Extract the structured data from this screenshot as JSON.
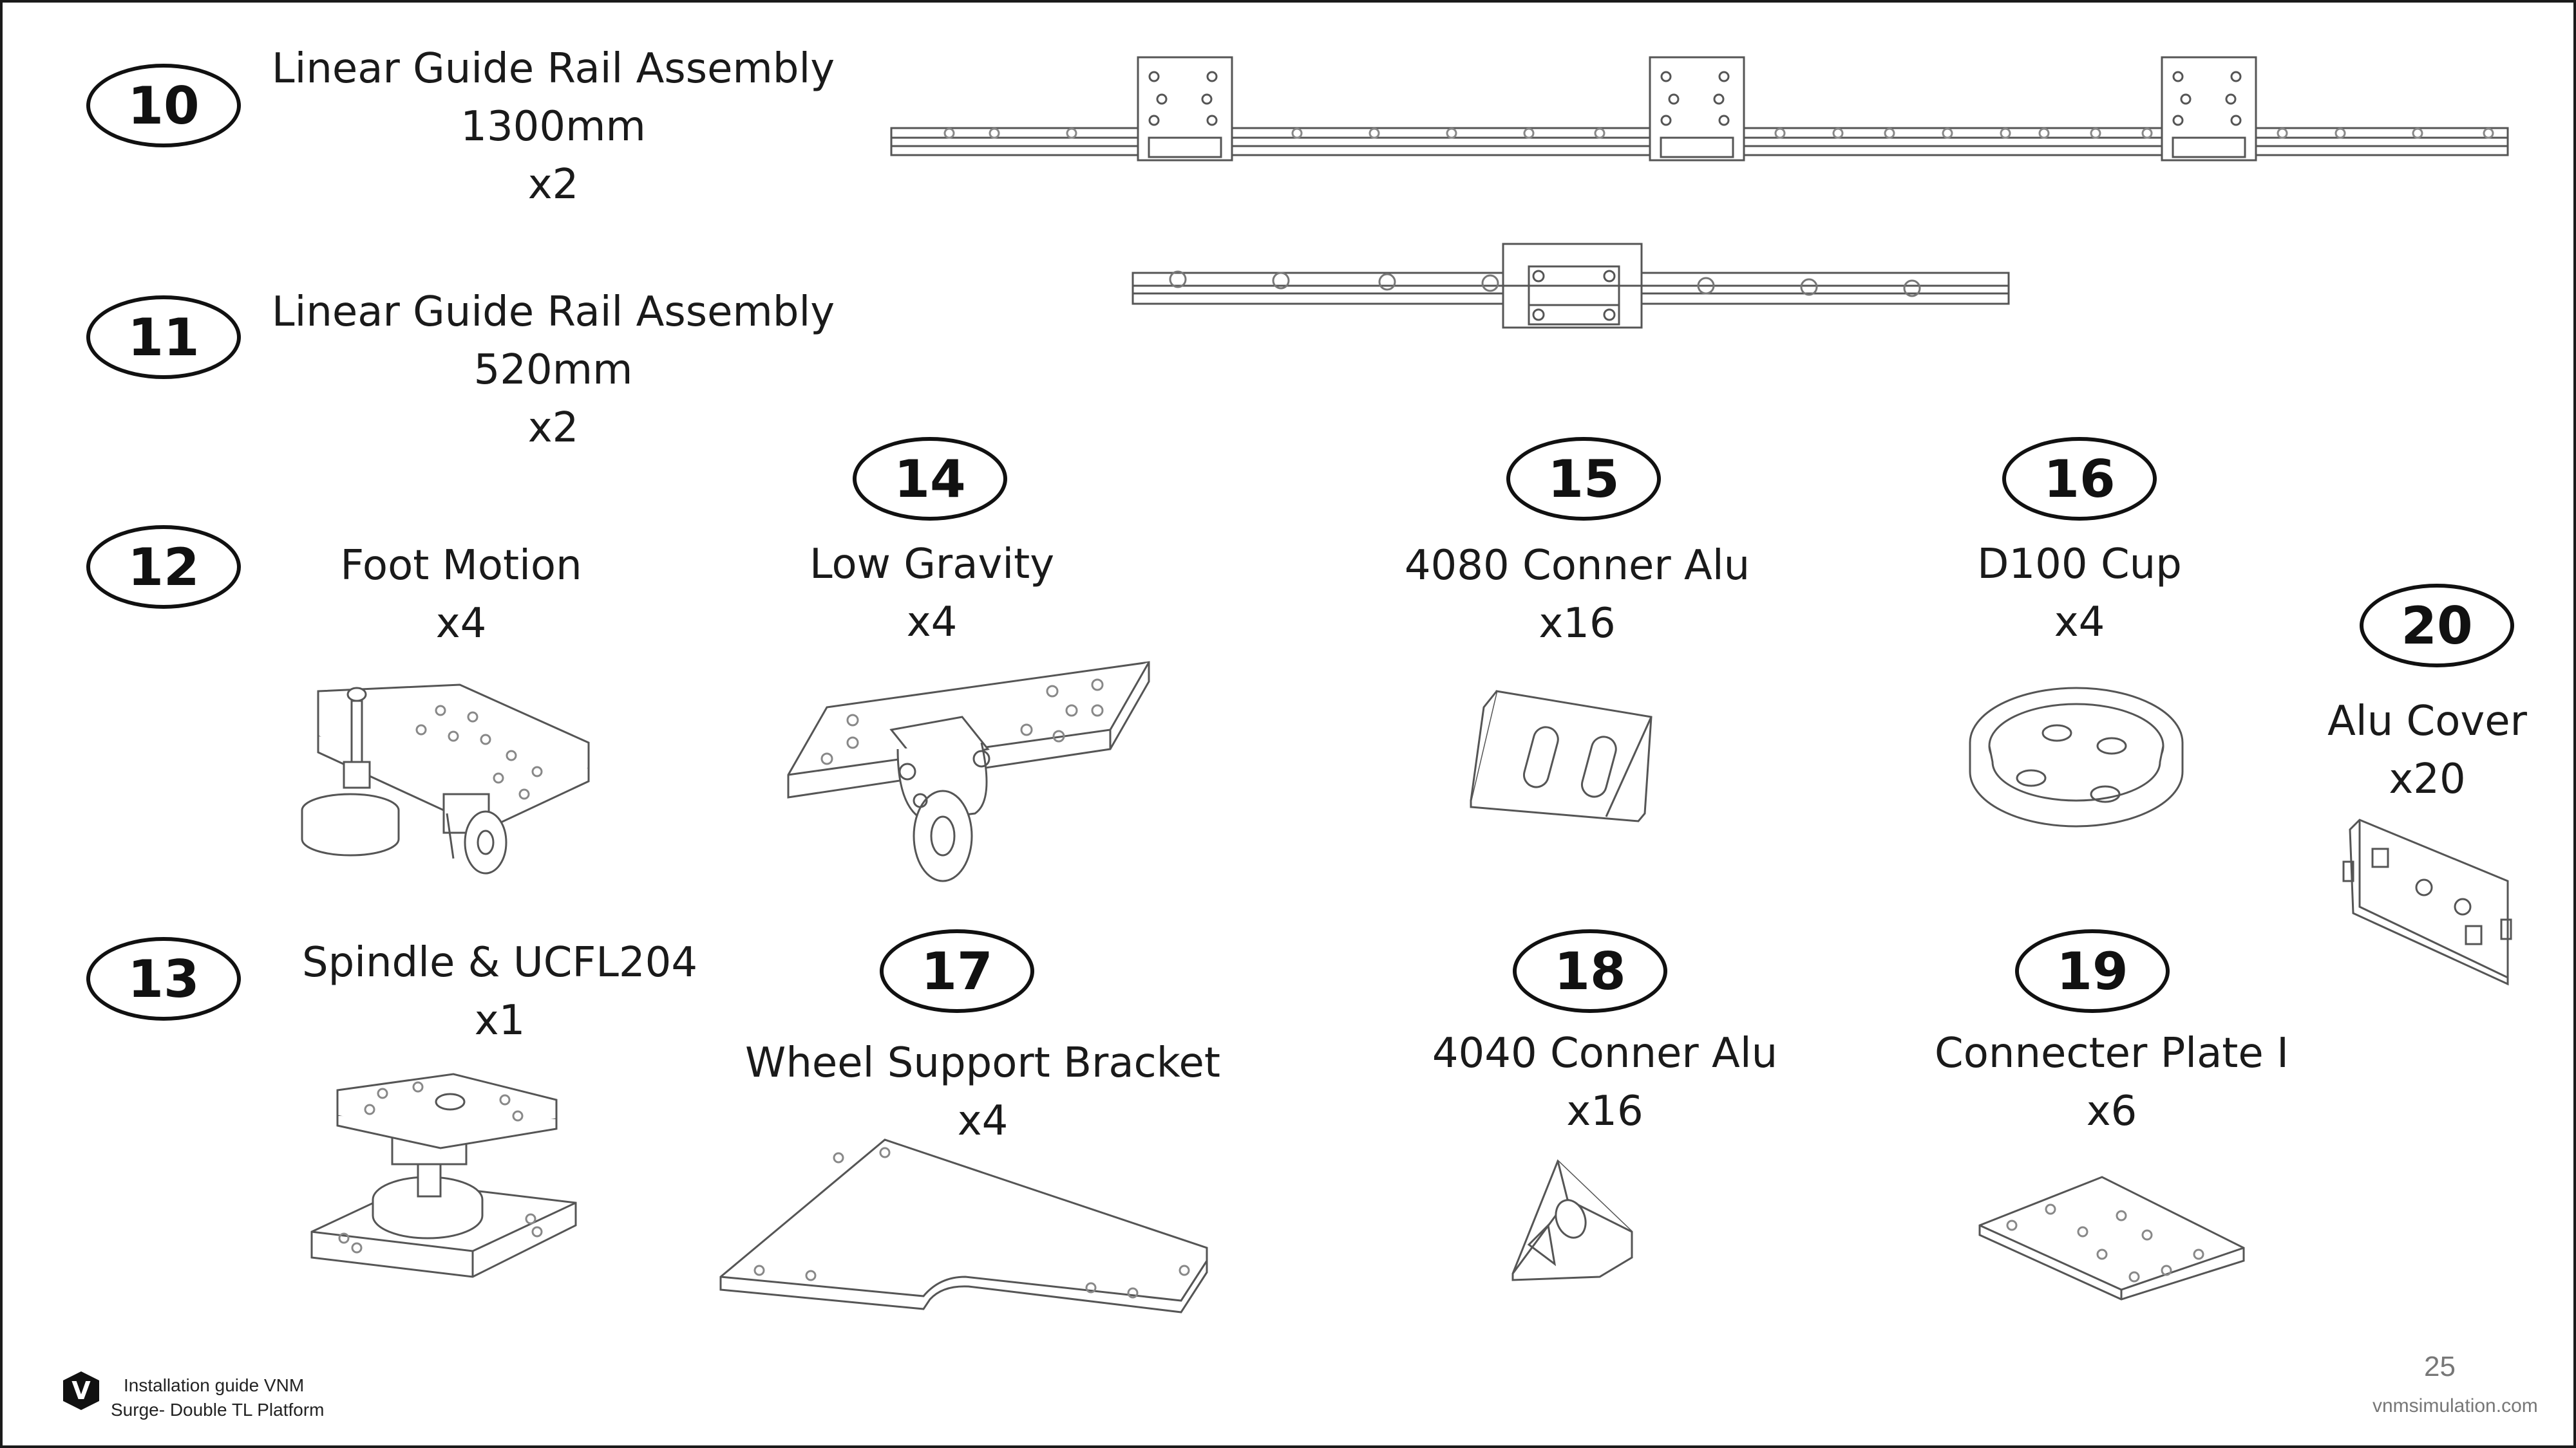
{
  "parts": [
    {
      "number": "10",
      "name": "Linear Guide Rail Assembly",
      "size": "1300mm",
      "qty": "x2"
    },
    {
      "number": "11",
      "name": "Linear Guide Rail Assembly",
      "size": "520mm",
      "qty": "x2"
    },
    {
      "number": "12",
      "name": "Foot Motion",
      "qty": "x4"
    },
    {
      "number": "13",
      "name": "Spindle & UCFL204",
      "qty": "x1"
    },
    {
      "number": "14",
      "name": "Low Gravity",
      "qty": "x4"
    },
    {
      "number": "15",
      "name": "4080 Conner Alu",
      "qty": "x16"
    },
    {
      "number": "16",
      "name": "D100 Cup",
      "qty": "x4"
    },
    {
      "number": "17",
      "name": "Wheel Support Bracket",
      "qty": "x4"
    },
    {
      "number": "18",
      "name": "4040 Conner Alu",
      "qty": "x16"
    },
    {
      "number": "19",
      "name": "Connecter Plate I",
      "qty": "x6"
    },
    {
      "number": "20",
      "name": "Alu Cover",
      "qty": "x20"
    }
  ],
  "footer": {
    "line1": "Installation guide VNM",
    "line2": "Surge- Double TL Platform",
    "logo_letter": "V",
    "page_number": "25",
    "website": "vnmsimulation.com"
  },
  "colors": {
    "ink": "#1a1a1a",
    "line": "#555555",
    "light": "#bfbfbf",
    "muted": "#777777"
  }
}
